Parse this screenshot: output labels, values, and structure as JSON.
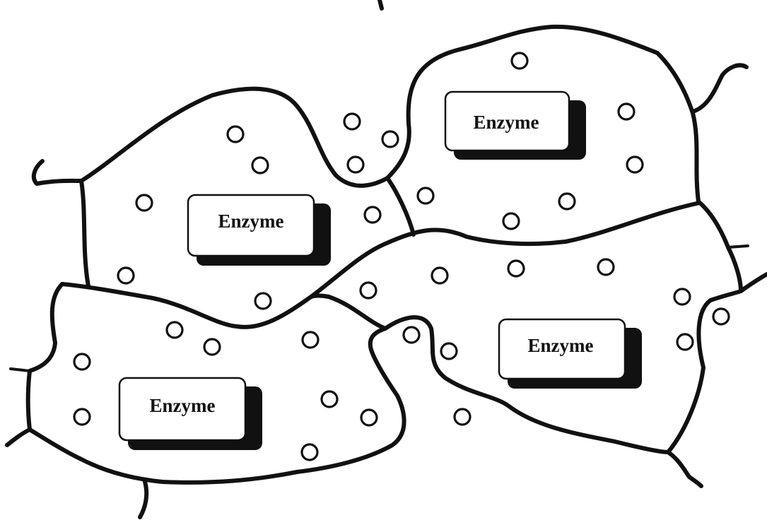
{
  "diagram": {
    "enzyme_labels": [
      "Enzyme",
      "Enzyme",
      "Enzyme",
      "Enzyme"
    ],
    "colors": {
      "line": "#111111",
      "background": "#ffffff"
    }
  }
}
